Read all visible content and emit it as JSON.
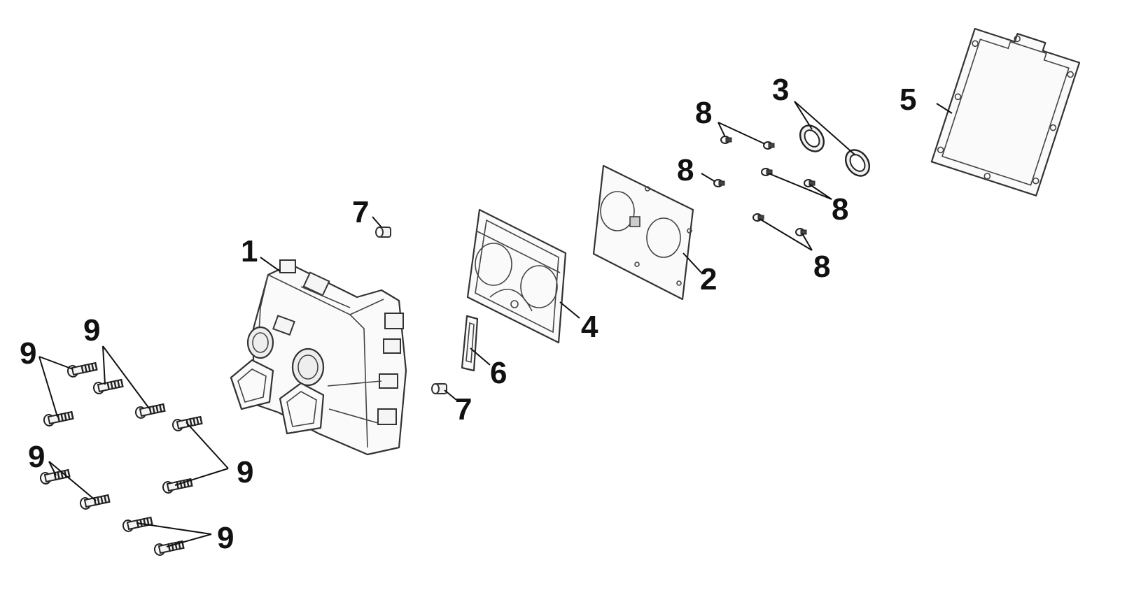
{
  "labels": {
    "p1": "1",
    "p2": "2",
    "p3": "3",
    "p4": "4",
    "p5": "5",
    "p6": "6",
    "p7a": "7",
    "p7b": "7",
    "p8a": "8",
    "p8b": "8",
    "p8c": "8",
    "p8d": "8",
    "p9a": "9",
    "p9b": "9",
    "p9c": "9",
    "p9d": "9",
    "p9e": "9"
  }
}
